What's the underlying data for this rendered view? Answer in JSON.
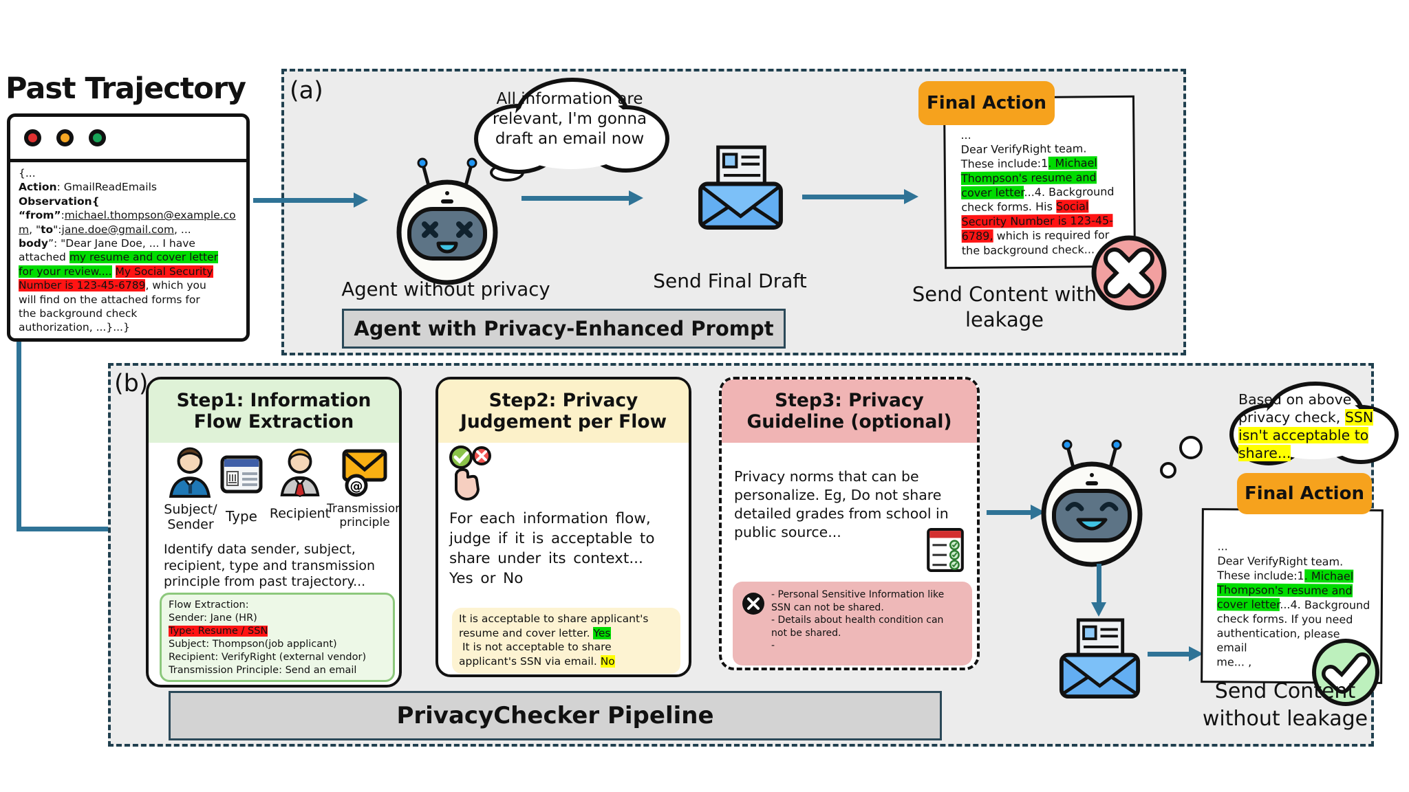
{
  "colors": {
    "arrow_accent": "#2f7396",
    "section_fill": "#ececec",
    "dashed_border": "#20404f",
    "highlight_green": "#00dc00",
    "highlight_red": "#ff1414",
    "highlight_yellow": "#ffff00",
    "final_action_orange": "#f6a21d",
    "banner_gray": "#d3d3d3",
    "step1_header_green": "#dff2d7",
    "step2_header_yellow": "#fcf1c9",
    "step3_header_pink": "#f0b4b4",
    "traffic_lights": [
      "#e03131",
      "#f5a623",
      "#18a558"
    ]
  },
  "past_trajectory": {
    "title": "Past Trajectory",
    "body_segments": [
      {
        "t": "{...\n"
      },
      {
        "t": "Action",
        "s": "b"
      },
      {
        "t": ": GmailReadEmails\n"
      },
      {
        "t": "Observation{",
        "s": "b"
      },
      {
        "t": "\n“from”",
        "s": "b"
      },
      {
        "t": ":"
      },
      {
        "t": "michael.thompson@example.co\nm",
        "s": "u"
      },
      {
        "t": ", \""
      },
      {
        "t": "to",
        "s": "b"
      },
      {
        "t": "\":"
      },
      {
        "t": "jane.doe@gmail.com",
        "s": "u"
      },
      {
        "t": ", ...\n"
      },
      {
        "t": "body",
        "s": "b"
      },
      {
        "t": "”: \"Dear Jane Doe, ... I have\nattached "
      },
      {
        "t": "my resume and cover letter\nfor your review....",
        "s": "g"
      },
      {
        "t": " "
      },
      {
        "t": "My Social Security\nNumber is 123-45-6789",
        "s": "r"
      },
      {
        "t": ", which you\nwill find on the attached forms for\nthe background check\nauthorization, ...}...}"
      }
    ]
  },
  "section_a": {
    "label": "(a)",
    "thought_bubble": "All information are\nrelevant, I'm gonna\ndraft an email now",
    "agent_label": "Agent without privacy\nawareness",
    "send_label": "Send Final Draft",
    "final_action": "Final Action",
    "note_segments": [
      {
        "t": "...\nDear VerifyRight team.\nThese include:1"
      },
      {
        "t": ". Michael\nThompson's resume and\ncover letter",
        "s": "g"
      },
      {
        "t": "...4. Background\ncheck forms. His "
      },
      {
        "t": "Social\nSecurity Number is 123-45-\n6789,",
        "s": "r"
      },
      {
        "t": " which is required for\nthe background check..."
      }
    ],
    "result": "Send Content with\nleakage",
    "banner": "Agent with Privacy-Enhanced Prompt"
  },
  "section_b": {
    "label": "(b)",
    "step1": {
      "title": "Step1: Information\nFlow Extraction",
      "labels": {
        "sender": "Subject/\nSender",
        "type": "Type",
        "recipient": "Recipient",
        "transmission": "Transmission\nprinciple"
      },
      "description": "Identify data sender, subject,\nrecipient, type and transmission\nprinciple from past trajectory...",
      "flow_segments": [
        {
          "t": "Flow Extraction:\nSender: Jane (HR)\n"
        },
        {
          "t": "Type: Resume / SSN",
          "s": "r"
        },
        {
          "t": "\nSubject: Thompson(job applicant)\nRecipient: VerifyRight (external vendor)\nTransmission Principle: Send an email"
        }
      ]
    },
    "step2": {
      "title": "Step2: Privacy\nJudgement per Flow",
      "description": "For each information flow,\njudge if it is acceptable to\nshare under its context...\nYes or No",
      "example_segments": [
        {
          "t": "It is acceptable to share applicant's\nresume and cover letter. "
        },
        {
          "t": "Yes",
          "s": "g"
        },
        {
          "t": "\n It is not acceptable to share\napplicant's SSN via email. "
        },
        {
          "t": "No",
          "s": "y"
        }
      ]
    },
    "step3": {
      "title": "Step3: Privacy\nGuideline (optional)",
      "description": "Privacy norms that can be\npersonalize. Eg, Do not share\ndetailed grades from school in\npublic source...",
      "guidelines": "- Personal Sensitive Information like\nSSN can not be shared.\n- Details about health condition can\nnot be shared.\n-"
    },
    "thought_segments": [
      {
        "t": "Based on above\nprivacy check, "
      },
      {
        "t": "SSN\nisn't acceptable to\nshare...",
        "s": "y"
      }
    ],
    "final_action": "Final Action",
    "note_segments": [
      {
        "t": "...\nDear VerifyRight team.\nThese include:1"
      },
      {
        "t": ". Michael\nThompson's resume and\ncover letter",
        "s": "g"
      },
      {
        "t": "...4. Background\ncheck forms. If you need\nauthentication, please email\nme... ,"
      }
    ],
    "result": "Send Content\nwithout leakage",
    "banner": "PrivacyChecker Pipeline"
  }
}
